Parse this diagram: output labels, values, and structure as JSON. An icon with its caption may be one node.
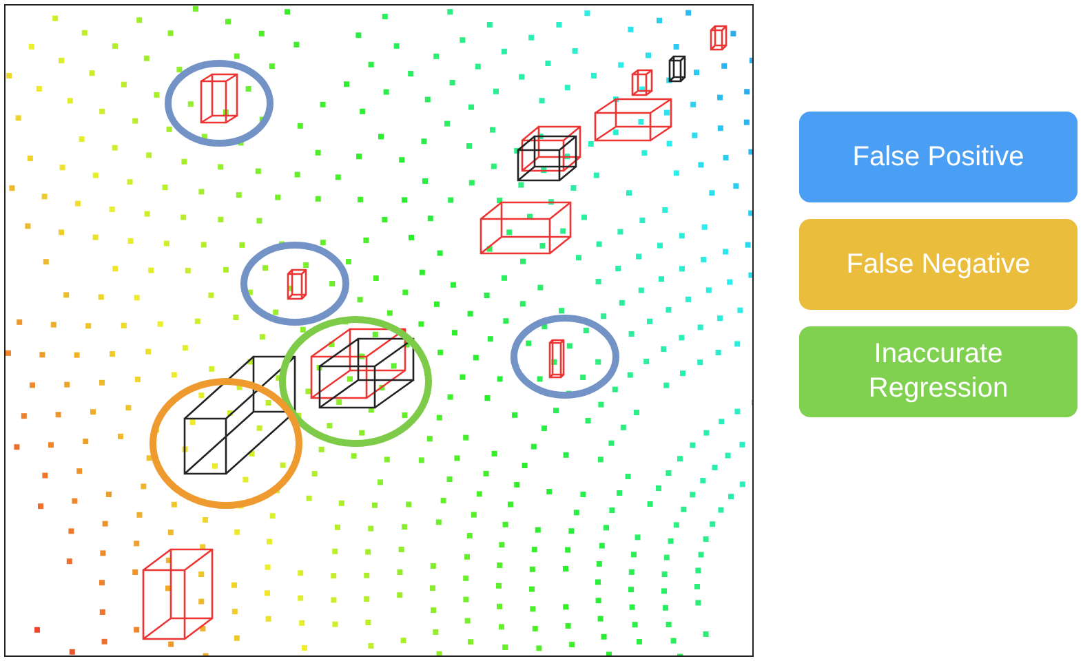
{
  "diagram": {
    "legend": [
      {
        "text": "False Positive",
        "color": "#4a9ff5"
      },
      {
        "text": "False Negative",
        "color": "#ebbd3c"
      },
      {
        "text": "Inaccurate Regression",
        "color": "#80d150"
      }
    ]
  }
}
